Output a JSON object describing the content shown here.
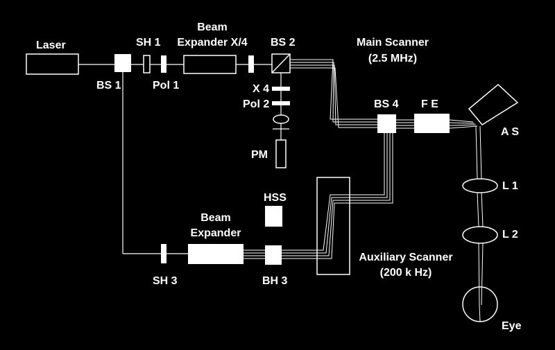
{
  "colors": {
    "background": "#000000",
    "foreground": "#ffffff"
  },
  "labels": {
    "laser": "Laser",
    "bs1": "BS 1",
    "sh1": "SH 1",
    "pol1": "Pol 1",
    "beam_expander_top_1": "Beam",
    "beam_expander_top_2": "Expander X/4",
    "bs2": "BS 2",
    "main_scanner_1": "Main Scanner",
    "main_scanner_2": "(2.5 MHz)",
    "x4": "X 4",
    "pol2": "Pol 2",
    "pm": "PM",
    "bs4": "BS 4",
    "fe": "F E",
    "as": "A S",
    "l1": "L 1",
    "l2": "L 2",
    "hss": "HSS",
    "beam_expander_bottom_1": "Beam",
    "beam_expander_bottom_2": "Expander",
    "sh3": "SH 3",
    "bh3": "BH 3",
    "aux_scanner_1": "Auxiliary Scanner",
    "aux_scanner_2": "(200 k Hz)",
    "eye": "Eye"
  }
}
